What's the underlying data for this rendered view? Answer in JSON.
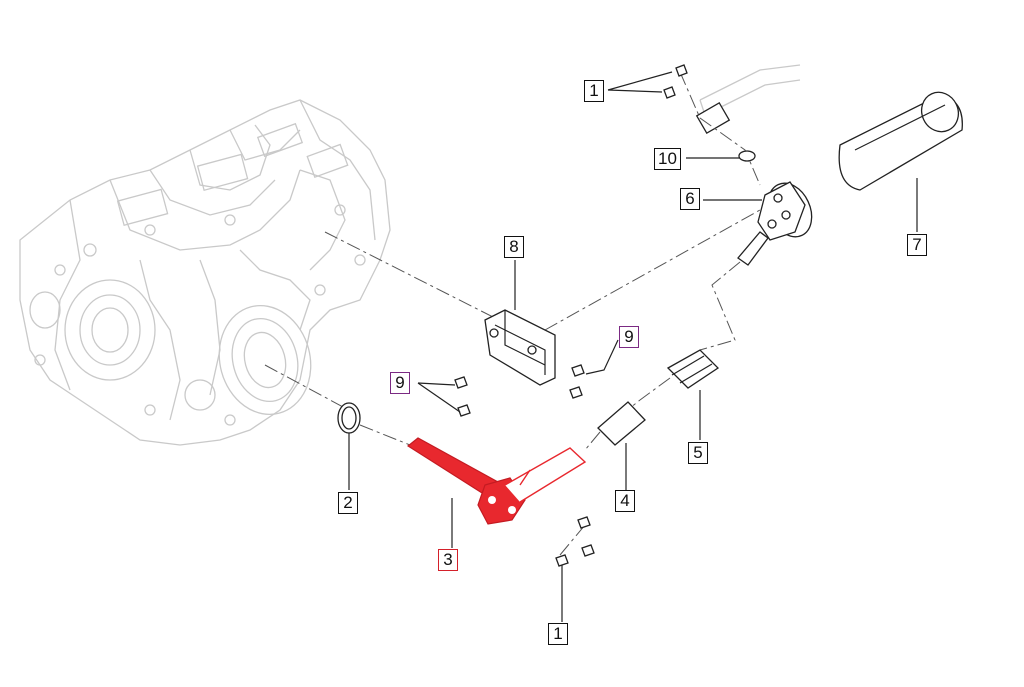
{
  "diagram": {
    "accent_color": "#e8282e",
    "callout_highlight_purple": "#7b2a83",
    "callouts": [
      {
        "id": "c1a",
        "label": "1"
      },
      {
        "id": "c10",
        "label": "10"
      },
      {
        "id": "c6",
        "label": "6"
      },
      {
        "id": "c7",
        "label": "7"
      },
      {
        "id": "c8",
        "label": "8"
      },
      {
        "id": "c9a",
        "label": "9"
      },
      {
        "id": "c9b",
        "label": "9"
      },
      {
        "id": "c5",
        "label": "5"
      },
      {
        "id": "c4",
        "label": "4"
      },
      {
        "id": "c2",
        "label": "2"
      },
      {
        "id": "c3",
        "label": "3"
      },
      {
        "id": "c1b",
        "label": "1"
      }
    ]
  }
}
